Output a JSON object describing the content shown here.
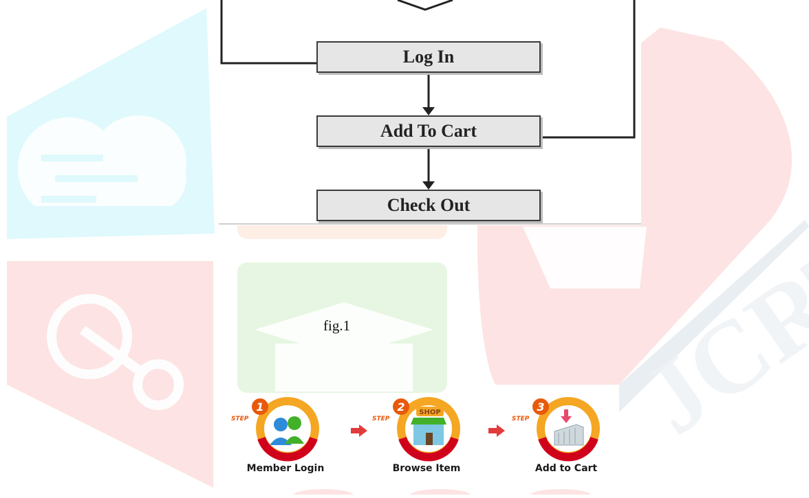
{
  "watermark": {
    "logo_letters": "IJCRT",
    "colors": {
      "cyan": "#dff9fc",
      "pink": "#fde3e3",
      "green": "#e6f6e2",
      "peach": "#fdeee6"
    }
  },
  "flowchart": {
    "boxes": [
      "Log In",
      "Add To Cart",
      "Check Out"
    ],
    "box_fill": "#e6e6e6"
  },
  "caption": "fig.1",
  "steps": {
    "items": [
      {
        "number": "1",
        "tag": "STEP",
        "label": "Member Login",
        "icon": "users-icon"
      },
      {
        "number": "2",
        "tag": "STEP",
        "sign": "SHOP",
        "label": "Browse Item",
        "icon": "shop-icon"
      },
      {
        "number": "3",
        "tag": "STEP",
        "label": "Add to Cart",
        "icon": "cart-building-icon"
      }
    ],
    "ring_colors": {
      "top": "#f5a623",
      "bottom": "#d0021b",
      "number": "#e8590c"
    }
  }
}
